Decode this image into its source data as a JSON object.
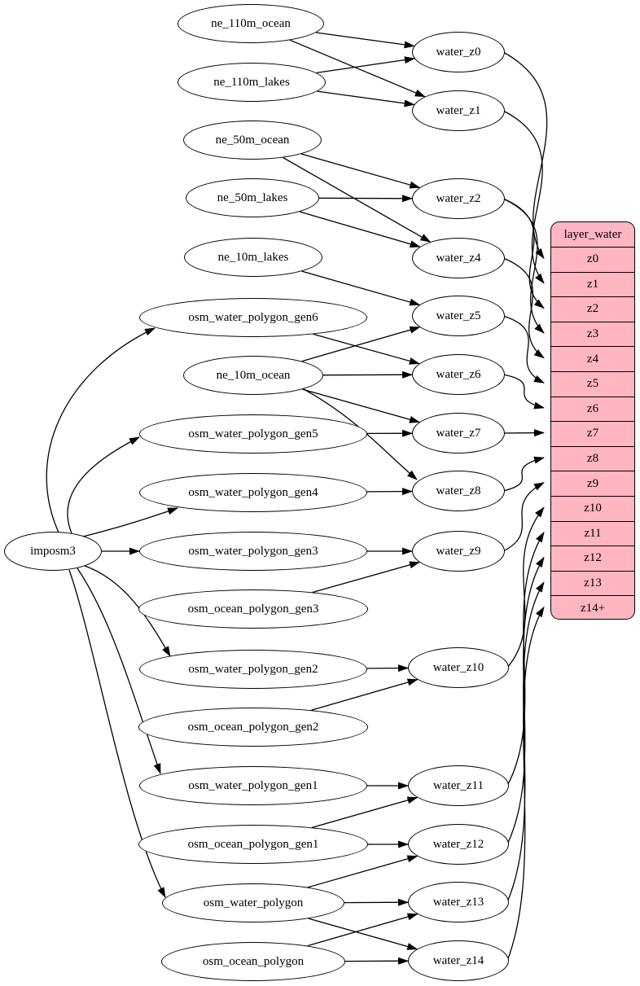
{
  "diagram": {
    "type": "etl-dependency-graph",
    "colors": {
      "background": "#ffffff",
      "node_fill": "#ffffff",
      "node_stroke": "#000000",
      "edge_color": "#000000",
      "table_fill": "#ffb6c1",
      "text_color": "#000000"
    },
    "hub": {
      "id": "imposm3",
      "label": "imposm3"
    },
    "sources": [
      {
        "id": "ne_110m_ocean",
        "label": "ne_110m_ocean"
      },
      {
        "id": "ne_110m_lakes",
        "label": "ne_110m_lakes"
      },
      {
        "id": "ne_50m_ocean",
        "label": "ne_50m_ocean"
      },
      {
        "id": "ne_50m_lakes",
        "label": "ne_50m_lakes"
      },
      {
        "id": "ne_10m_lakes",
        "label": "ne_10m_lakes"
      },
      {
        "id": "osm_water_polygon_gen6",
        "label": "osm_water_polygon_gen6"
      },
      {
        "id": "ne_10m_ocean",
        "label": "ne_10m_ocean"
      },
      {
        "id": "osm_water_polygon_gen5",
        "label": "osm_water_polygon_gen5"
      },
      {
        "id": "osm_water_polygon_gen4",
        "label": "osm_water_polygon_gen4"
      },
      {
        "id": "osm_water_polygon_gen3",
        "label": "osm_water_polygon_gen3"
      },
      {
        "id": "osm_ocean_polygon_gen3",
        "label": "osm_ocean_polygon_gen3"
      },
      {
        "id": "osm_water_polygon_gen2",
        "label": "osm_water_polygon_gen2"
      },
      {
        "id": "osm_ocean_polygon_gen2",
        "label": "osm_ocean_polygon_gen2"
      },
      {
        "id": "osm_water_polygon_gen1",
        "label": "osm_water_polygon_gen1"
      },
      {
        "id": "osm_ocean_polygon_gen1",
        "label": "osm_ocean_polygon_gen1"
      },
      {
        "id": "osm_water_polygon",
        "label": "osm_water_polygon"
      },
      {
        "id": "osm_ocean_polygon",
        "label": "osm_ocean_polygon"
      }
    ],
    "transforms": [
      {
        "id": "water_z0",
        "label": "water_z0"
      },
      {
        "id": "water_z1",
        "label": "water_z1"
      },
      {
        "id": "water_z2",
        "label": "water_z2"
      },
      {
        "id": "water_z4",
        "label": "water_z4"
      },
      {
        "id": "water_z5",
        "label": "water_z5"
      },
      {
        "id": "water_z6",
        "label": "water_z6"
      },
      {
        "id": "water_z7",
        "label": "water_z7"
      },
      {
        "id": "water_z8",
        "label": "water_z8"
      },
      {
        "id": "water_z9",
        "label": "water_z9"
      },
      {
        "id": "water_z10",
        "label": "water_z10"
      },
      {
        "id": "water_z11",
        "label": "water_z11"
      },
      {
        "id": "water_z12",
        "label": "water_z12"
      },
      {
        "id": "water_z13",
        "label": "water_z13"
      },
      {
        "id": "water_z14",
        "label": "water_z14"
      }
    ],
    "table": {
      "title": "layer_water",
      "rows": [
        "z0",
        "z1",
        "z2",
        "z3",
        "z4",
        "z5",
        "z6",
        "z7",
        "z8",
        "z9",
        "z10",
        "z11",
        "z12",
        "z13",
        "z14+"
      ]
    },
    "edges": [
      [
        "imposm3",
        "osm_water_polygon_gen6"
      ],
      [
        "imposm3",
        "osm_water_polygon_gen5"
      ],
      [
        "imposm3",
        "osm_water_polygon_gen4"
      ],
      [
        "imposm3",
        "osm_water_polygon_gen3"
      ],
      [
        "imposm3",
        "osm_water_polygon_gen2"
      ],
      [
        "imposm3",
        "osm_water_polygon_gen1"
      ],
      [
        "imposm3",
        "osm_water_polygon"
      ],
      [
        "ne_110m_ocean",
        "water_z0"
      ],
      [
        "ne_110m_ocean",
        "water_z1"
      ],
      [
        "ne_110m_lakes",
        "water_z0"
      ],
      [
        "ne_110m_lakes",
        "water_z1"
      ],
      [
        "ne_50m_ocean",
        "water_z2"
      ],
      [
        "ne_50m_ocean",
        "water_z4"
      ],
      [
        "ne_50m_lakes",
        "water_z2"
      ],
      [
        "ne_50m_lakes",
        "water_z4"
      ],
      [
        "ne_10m_lakes",
        "water_z5"
      ],
      [
        "ne_10m_ocean",
        "water_z5"
      ],
      [
        "ne_10m_ocean",
        "water_z6"
      ],
      [
        "ne_10m_ocean",
        "water_z7"
      ],
      [
        "ne_10m_ocean",
        "water_z8"
      ],
      [
        "osm_water_polygon_gen6",
        "water_z6"
      ],
      [
        "osm_water_polygon_gen5",
        "water_z7"
      ],
      [
        "osm_water_polygon_gen4",
        "water_z8"
      ],
      [
        "osm_water_polygon_gen3",
        "water_z9"
      ],
      [
        "osm_ocean_polygon_gen3",
        "water_z9"
      ],
      [
        "osm_water_polygon_gen2",
        "water_z10"
      ],
      [
        "osm_ocean_polygon_gen2",
        "water_z10"
      ],
      [
        "osm_water_polygon_gen1",
        "water_z11"
      ],
      [
        "osm_ocean_polygon_gen1",
        "water_z11"
      ],
      [
        "osm_ocean_polygon_gen1",
        "water_z12"
      ],
      [
        "osm_water_polygon",
        "water_z12"
      ],
      [
        "osm_water_polygon",
        "water_z13"
      ],
      [
        "osm_water_polygon",
        "water_z14"
      ],
      [
        "osm_ocean_polygon",
        "water_z13"
      ],
      [
        "osm_ocean_polygon",
        "water_z14"
      ],
      [
        "water_z0",
        "row:z0"
      ],
      [
        "water_z1",
        "row:z1"
      ],
      [
        "water_z2",
        "row:z2"
      ],
      [
        "water_z2",
        "row:z3"
      ],
      [
        "water_z4",
        "row:z4"
      ],
      [
        "water_z5",
        "row:z5"
      ],
      [
        "water_z6",
        "row:z6"
      ],
      [
        "water_z7",
        "row:z7"
      ],
      [
        "water_z8",
        "row:z8"
      ],
      [
        "water_z9",
        "row:z9"
      ],
      [
        "water_z10",
        "row:z10"
      ],
      [
        "water_z11",
        "row:z11"
      ],
      [
        "water_z12",
        "row:z12"
      ],
      [
        "water_z13",
        "row:z13"
      ],
      [
        "water_z14",
        "row:z14+"
      ]
    ]
  }
}
